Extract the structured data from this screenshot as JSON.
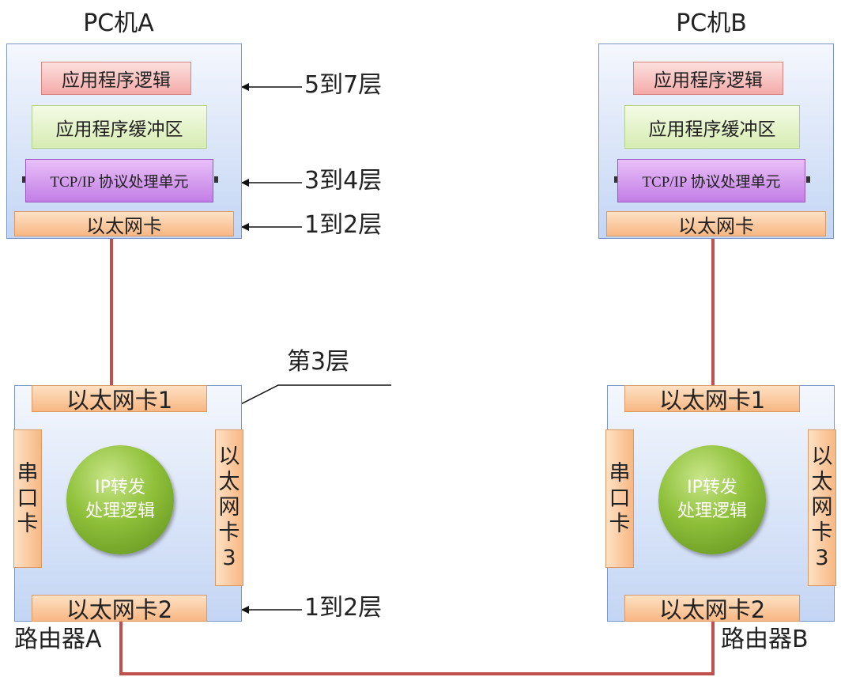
{
  "pc_a": {
    "title": "PC机A",
    "app_logic": "应用程序逻辑",
    "app_buffer": "应用程序缓冲区",
    "tcpip_unit": "TCP/IP 协议处理单元",
    "nic": "以太网卡"
  },
  "pc_b": {
    "title": "PC机B",
    "app_logic": "应用程序逻辑",
    "app_buffer": "应用程序缓冲区",
    "tcpip_unit": "TCP/IP 协议处理单元",
    "nic": "以太网卡"
  },
  "router_a": {
    "label": "路由器A",
    "nic1": "以太网卡1",
    "nic2": "以太网卡2",
    "serial": [
      "串",
      "口",
      "卡"
    ],
    "nic3": [
      "以",
      "太",
      "网",
      "卡",
      "3"
    ],
    "core": [
      "IP转发",
      "处理逻辑"
    ]
  },
  "router_b": {
    "label": "路由器B",
    "nic1": "以太网卡1",
    "nic2": "以太网卡2",
    "serial": [
      "串",
      "口",
      "卡"
    ],
    "nic3": [
      "以",
      "太",
      "网",
      "卡",
      "3"
    ],
    "core": [
      "IP转发",
      "处理逻辑"
    ]
  },
  "annotations": {
    "layers_5_7": "5到7层",
    "layers_3_4": "3到4层",
    "layers_1_2_pc": "1到2层",
    "layer_3": "第3层",
    "layers_1_2_router": "1到2层"
  },
  "colors": {
    "link": "#c0504d",
    "panel_border": "#7b96c4",
    "core_green": "#8fc03a"
  }
}
